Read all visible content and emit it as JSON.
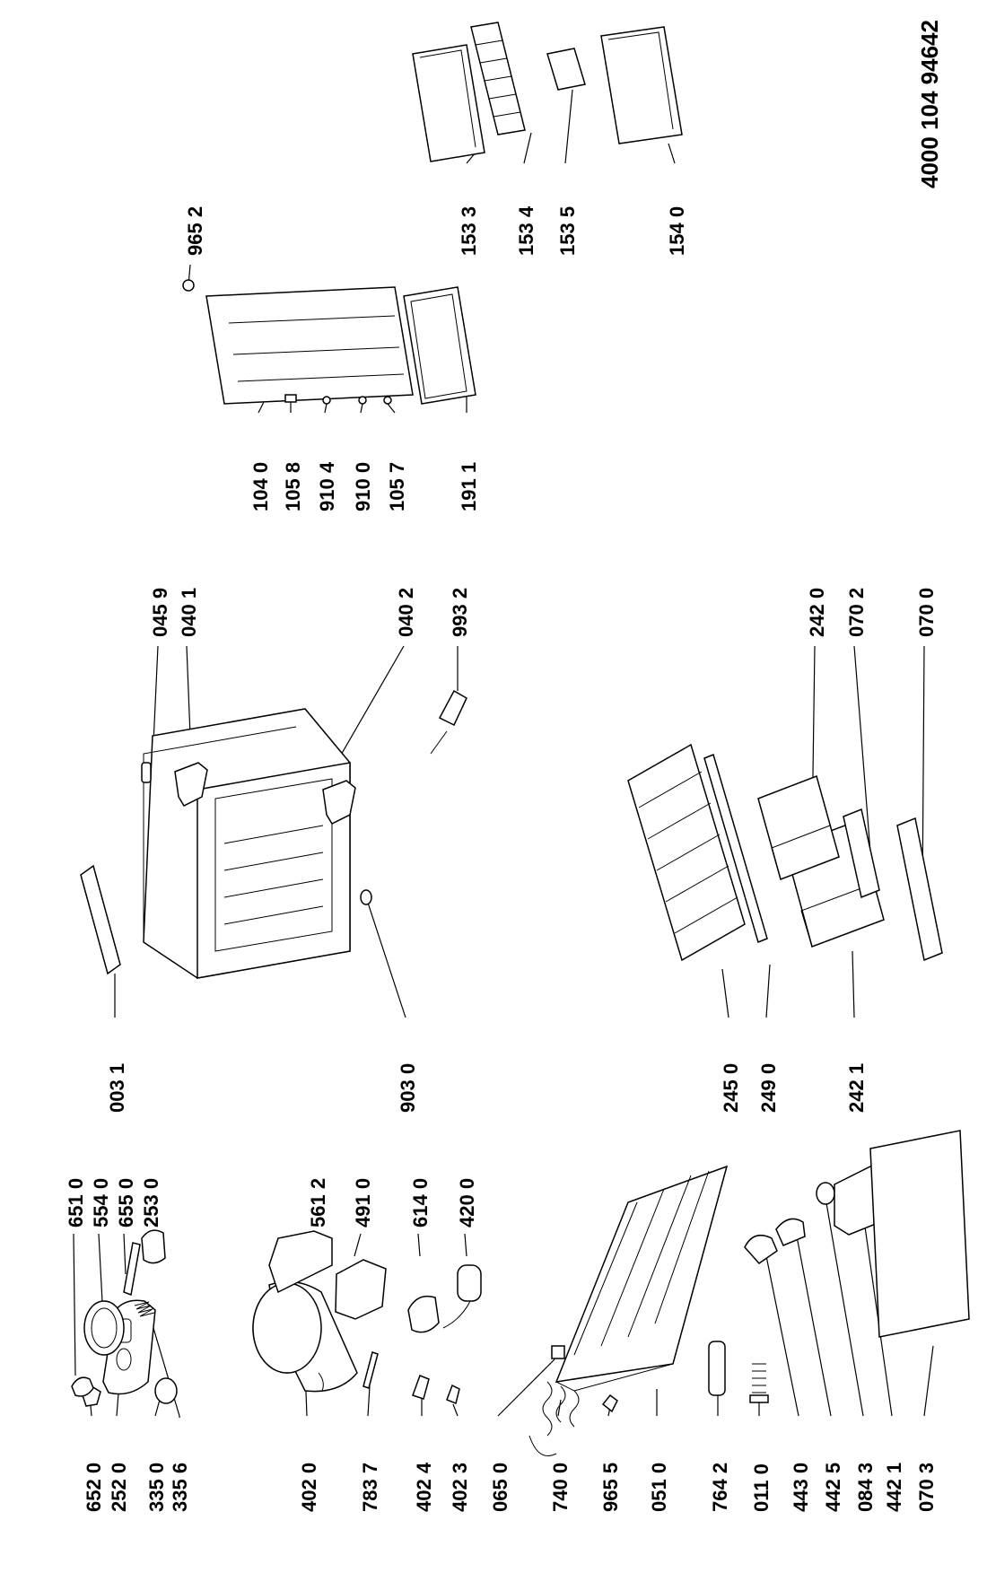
{
  "document_number": "4000 104 94642",
  "parts": [
    {
      "id": "p6520",
      "label": "652 0"
    },
    {
      "id": "p2520",
      "label": "252 0"
    },
    {
      "id": "p3350",
      "label": "335 0"
    },
    {
      "id": "p3356",
      "label": "335 6"
    },
    {
      "id": "p6510",
      "label": "651 0"
    },
    {
      "id": "p5540",
      "label": "554 0"
    },
    {
      "id": "p6550",
      "label": "655 0"
    },
    {
      "id": "p2530",
      "label": "253 0"
    },
    {
      "id": "p4020",
      "label": "402 0"
    },
    {
      "id": "p7837",
      "label": "783 7"
    },
    {
      "id": "p4024",
      "label": "402 4"
    },
    {
      "id": "p4023",
      "label": "402 3"
    },
    {
      "id": "p0650",
      "label": "065 0"
    },
    {
      "id": "p7400",
      "label": "740 0"
    },
    {
      "id": "p9655",
      "label": "965 5"
    },
    {
      "id": "p0510",
      "label": "051 0"
    },
    {
      "id": "p7642",
      "label": "764 2"
    },
    {
      "id": "p0110",
      "label": "011 0"
    },
    {
      "id": "p4430",
      "label": "443 0"
    },
    {
      "id": "p4425",
      "label": "442 5"
    },
    {
      "id": "p0843",
      "label": "084 3"
    },
    {
      "id": "p4421",
      "label": "442 1"
    },
    {
      "id": "p0703",
      "label": "070 3"
    },
    {
      "id": "p5612",
      "label": "561 2"
    },
    {
      "id": "p4910",
      "label": "491 0"
    },
    {
      "id": "p6140",
      "label": "614 0"
    },
    {
      "id": "p4200",
      "label": "420 0"
    },
    {
      "id": "p0031",
      "label": "003 1"
    },
    {
      "id": "p9030",
      "label": "903 0"
    },
    {
      "id": "p0459",
      "label": "045 9"
    },
    {
      "id": "p0401",
      "label": "040 1"
    },
    {
      "id": "p0402",
      "label": "040 2"
    },
    {
      "id": "p9932",
      "label": "993 2"
    },
    {
      "id": "p2450",
      "label": "245 0"
    },
    {
      "id": "p2490",
      "label": "249 0"
    },
    {
      "id": "p2421",
      "label": "242 1"
    },
    {
      "id": "p2420",
      "label": "242 0"
    },
    {
      "id": "p0702",
      "label": "070 2"
    },
    {
      "id": "p0700",
      "label": "070 0"
    },
    {
      "id": "p1040",
      "label": "104 0"
    },
    {
      "id": "p1058",
      "label": "105 8"
    },
    {
      "id": "p9104",
      "label": "910 4"
    },
    {
      "id": "p9100",
      "label": "910 0"
    },
    {
      "id": "p1057",
      "label": "105 7"
    },
    {
      "id": "p1911",
      "label": "191 1"
    },
    {
      "id": "p9652",
      "label": "965 2"
    },
    {
      "id": "p1533",
      "label": "153 3"
    },
    {
      "id": "p1534",
      "label": "153 4"
    },
    {
      "id": "p1535",
      "label": "153 5"
    },
    {
      "id": "p1540",
      "label": "154 0"
    }
  ]
}
